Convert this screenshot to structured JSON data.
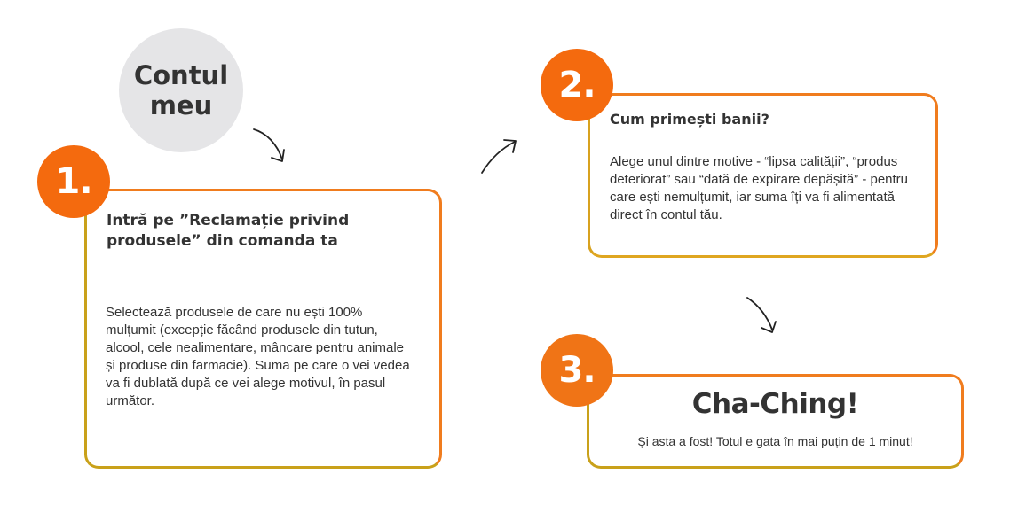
{
  "account": {
    "label": "Contul meu"
  },
  "steps": [
    {
      "number": "1.",
      "title": "Intră pe ”Reclamație privind produsele” din comanda ta",
      "body": "Selectează produsele de care nu ești 100% mulțumit (excepție făcând produsele din tutun, alcool, cele nealimentare, mâncare pentru animale și produse din farmacie). Suma pe care o vei vedea va fi dublată după ce vei alege motivul, în pasul următor."
    },
    {
      "number": "2.",
      "title": "Cum primești banii?",
      "body": "Alege unul dintre motive - “lipsa calității”, “produs deteriorat” sau “dată de expirare depășită” - pentru care ești nemulțumit, iar suma îți va fi alimentată direct în contul tău."
    },
    {
      "number": "3.",
      "title": "Cha-Ching!",
      "body": "Și asta a fost! Totul e gata în mai puțin de 1 minut!"
    }
  ],
  "colors": {
    "badge": "#f46a0e",
    "border_orange": "#f07c1e",
    "border_gold": "#c9a11a",
    "account_circle": "#e5e5e7",
    "text": "#333333"
  }
}
